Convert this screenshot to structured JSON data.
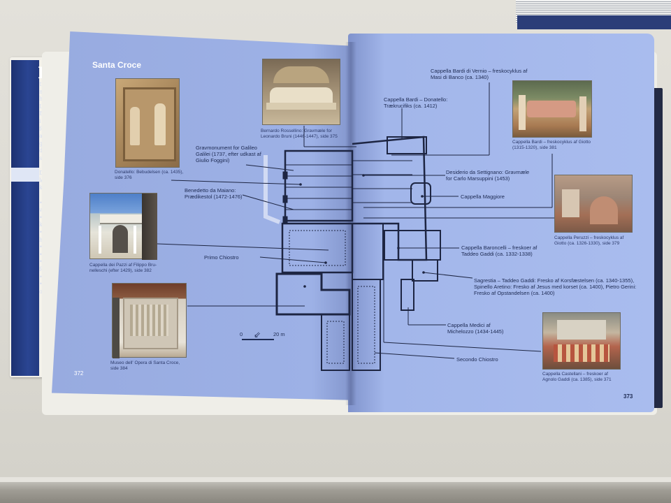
{
  "left_page": {
    "heading": "Santa Croce",
    "page_number": "372",
    "captions": {
      "donatello": "Donatello: Bebudelsen (ca. 1435), side 376",
      "pazzi": "Cappella dei Pazzi af Filippo Bru-nelleschi (efter 1429), side 382",
      "museo": "Museo dell' Opera di Santa Croce, side 384",
      "rossellino": "Bernardo Rossellino: Gravmæle for Leonardo Bruni (1446-1447), side 375"
    },
    "labels": {
      "galileo": "Gravmonument for Galileo Galilei (1737, efter udkast af Giulio Foggini)",
      "maiano": "Benedetto da Maiano: Prædikestol (1472-1476)",
      "primo": "Primo Chiostro"
    },
    "scale": {
      "start": "0",
      "end": "20 m"
    }
  },
  "right_page": {
    "page_number": "373",
    "labels": {
      "vernio": "Cappella Bardi di Vernio – freskocyklus af Masi di Banco (ca. 1340)",
      "bardi_donatello": "Cappella Bardi – Donatello: Trækrucifiks (ca. 1412)",
      "desiderio": "Desiderio da Settignano: Gravmæle for Carlo Marsuppini (1453)",
      "maggiore": "Cappella Maggiore",
      "baroncelli": "Cappella Baroncelli – freskoer af Taddeo Gaddi (ca. 1332-1338)",
      "sagrestia": "Sagrestia – Taddeo Gaddi: Fresko af Korsfæstelsen (ca. 1340-1355), Spinello Aretino: Fresko af Jesus med korset (ca. 1400), Pietro Gerini: Fresko af Opstandelsen (ca. 1400)",
      "medici": "Cappella Medici af Michelozzo (1434-1445)",
      "secondo": "Secondo Chiostro"
    },
    "captions": {
      "bardi": "Cappella Bardi – freskocyklus af Giotto (1315-1320), side 381",
      "peruzzi": "Cappella Peruzzi – freskocyklus af Giotto (ca. 1326-1330), side 379",
      "castellani": "Cappella Castellani – freskoer af Agnolo Gaddi (ca. 1385), side 371"
    }
  },
  "background_book": {
    "title": "F",
    "text_lines": [
      "tur",
      "nisme",
      "herre",
      "Leona",
      "Brun",
      "i den",
      "forme",
      "atmosf",
      "galeri",
      "del Fi",
      "skatt",
      "",
      "Denn",
      "levere",
      "kunsth",
      "",
      "• Det",
      "  vaer",
      "• Affe",
      "  kun",
      "• Tale",
      "  hist",
      "• Illu",
      "• Illu",
      "• Ove",
      "  forn",
      "• Kor",
      "• Udf",
      "  ordi"
    ]
  },
  "colors": {
    "page_blue": "#a2b6ea",
    "text_navy": "#1d2a52",
    "spine_blue": "#2a4592"
  }
}
